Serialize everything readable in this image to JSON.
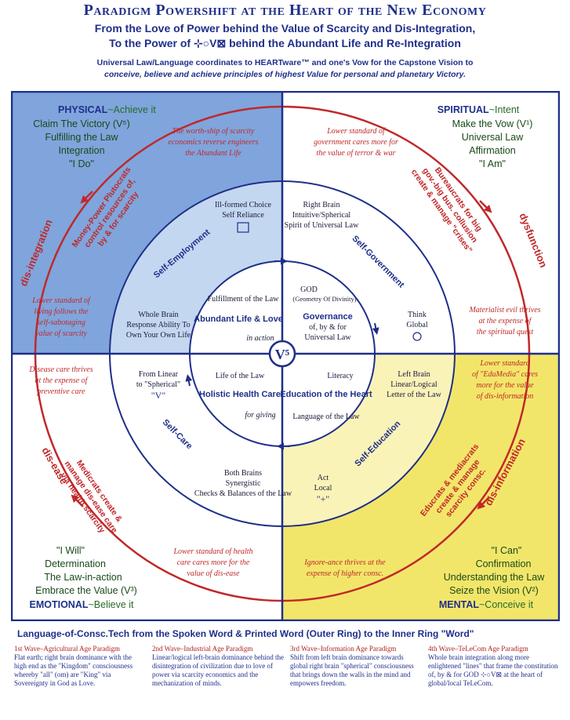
{
  "header": {
    "title": "Paradigm Powershift at the Heart of the New Economy",
    "subtitle_line1": "From the Love of Power behind the Value of Scarcity and Dis-Integration,",
    "subtitle_line2": "To the Power of ⊹○V⊠ behind the Abundant Life and Re-Integration",
    "law_line1": "Universal Law/Language coordinates to HEARTware™ and one's Vow for the Capstone Vision to",
    "law_line2": "conceive, believe and achieve principles of highest Value for personal and planetary Victory."
  },
  "colors": {
    "blue_quadrant": "#7fa5dc",
    "yellow_quadrant": "#f2e66a",
    "navy": "#1f2f8a",
    "red": "#c0282a",
    "green": "#2a6a2a"
  },
  "corners": {
    "physical": {
      "heading": "PHYSICAL",
      "tag": "~Achieve it",
      "lines": [
        "Claim The Victory (V⁵)",
        "Fulfilling the Law",
        "Integration",
        "\"I Do\""
      ]
    },
    "spiritual": {
      "heading": "SPIRITUAL",
      "tag": "~Intent",
      "lines": [
        "Make the Vow (V¹)",
        "Universal Law",
        "Affirmation",
        "\"I Am\""
      ]
    },
    "emotional": {
      "heading": "EMOTIONAL",
      "tag": "~Believe it",
      "lines": [
        "\"I Will\"",
        "Determination",
        "The Law-in-action",
        "Embrace the Value (V³)"
      ]
    },
    "mental": {
      "heading": "MENTAL",
      "tag": "~Conceive it",
      "lines": [
        "\"I Can\"",
        "Confirmation",
        "Understanding the Law",
        "Seize the Vision (V²)"
      ]
    }
  },
  "outer_arrows": {
    "dis_integration": "dis-integration",
    "dysfunction": "dysfunction",
    "dis_ease": "dis-ease",
    "dis_information": "dis-information"
  },
  "red_notes": {
    "worth_ship": [
      "The worth-ship of scarcity",
      "economics reverse engineers",
      "the Abundant Life"
    ],
    "lower_gov": [
      "Lower standard of",
      "government cares more for",
      "the value of terror & war"
    ],
    "lower_living": [
      "Lower standard of",
      "living follows the",
      "self-sabotaging",
      "value of scarcity"
    ],
    "materialist": [
      "Materialist evil thrives",
      "at the expense of",
      "the spiritual quest"
    ],
    "disease_care": [
      "Disease care thrives",
      "at the expense of",
      "preventive care"
    ],
    "edumedia": [
      "Lower standard",
      "of \"EduMedia\" cares",
      "more for the value",
      "of dis-information"
    ],
    "health_care": [
      "Lower standard of health",
      "care cares more for the",
      "value of dis-ease"
    ],
    "ignore_ance": [
      "Ignore-ance thrives at the",
      "expense of higher consc."
    ],
    "plutocrats": [
      "Money-Power Plutocrats",
      "control resources of,",
      "by & for scarcity"
    ],
    "bureaucrats": [
      "Bureaucrats for big",
      "gov.-big bus. collusion",
      "create & manage \"crises\""
    ],
    "medicrats": [
      "Medicrats create &",
      "manage dis-ease care",
      "via health scarcity"
    ],
    "educrats": [
      "Educrats & mediacrats",
      "create & manage",
      "scarcity consc."
    ]
  },
  "middle_ring": {
    "self_employment": "Self-Employment",
    "self_government": "Self-Government",
    "self_care": "Self-Care",
    "self_education": "Self-Education",
    "ill_formed": [
      "Ill-formed Choice",
      "Self Reliance"
    ],
    "right_brain": [
      "Right Brain",
      "Intuitive/Spherical",
      "Spirit of Universal Law"
    ],
    "whole_brain": [
      "Whole Brain",
      "Response Ability To",
      "Own Your Own Life"
    ],
    "think_global": [
      "Think",
      "Global"
    ],
    "from_linear": [
      "From Linear",
      "to \"Spherical\""
    ],
    "left_brain": [
      "Left Brain",
      "Linear/Logical",
      "Letter of the Law"
    ],
    "both_brains": [
      "Both Brains",
      "Synergistic",
      "Checks & Balances of the Law"
    ],
    "act_local": [
      "Act",
      "Local"
    ]
  },
  "inner_ring": {
    "fulfillment": "Fulfillment of the Law",
    "abundant": "Abundant Life & Love",
    "in_action": "in action",
    "god": [
      "GOD",
      "(Geometry Of Divinity)"
    ],
    "governance": "Governance",
    "governance_sub": [
      "of, by & for",
      "Universal Law"
    ],
    "life_of_law": "Life of the Law",
    "holistic": "Holistic Health Care",
    "for_giving": "for giving",
    "literacy": "Literacy",
    "education": "Education of the Heart",
    "language_law": "Language of the Law",
    "center": "V⁵"
  },
  "bottom": {
    "title": "Language-of-Consc.Tech from the Spoken Word & Printed Word (Outer Ring) to the Inner Ring \"Word\"",
    "waves": [
      {
        "title": "1st Wave–Agricultural Age Paradigm",
        "body": "Flat earth; right brain dominance with the high end as the \"Kingdom\" consciousness whereby \"all\" (om) are \"King\" via Sovereignty in God as Love."
      },
      {
        "title": "2nd Wave–Industrial Age Paradigm",
        "body": "Linear/logical left-brain dominance behind the disintegration of civilization due to love of power via scarcity economics and the mechanization of minds."
      },
      {
        "title": "3rd Wave–Information Age Paradigm",
        "body": "Shift from left brain dominance towards global right brain \"spherical\" consciousness that brings down the walls in the mind and empowers freedom."
      },
      {
        "title": "4th Wave–TeLeCom Age Paradigm",
        "body": "Whole brain integration along more enlightened \"lines\" that frame the constitution of, by & for GOD ⊹○V⊠ at the heart of global/local TeLeCom."
      }
    ]
  }
}
